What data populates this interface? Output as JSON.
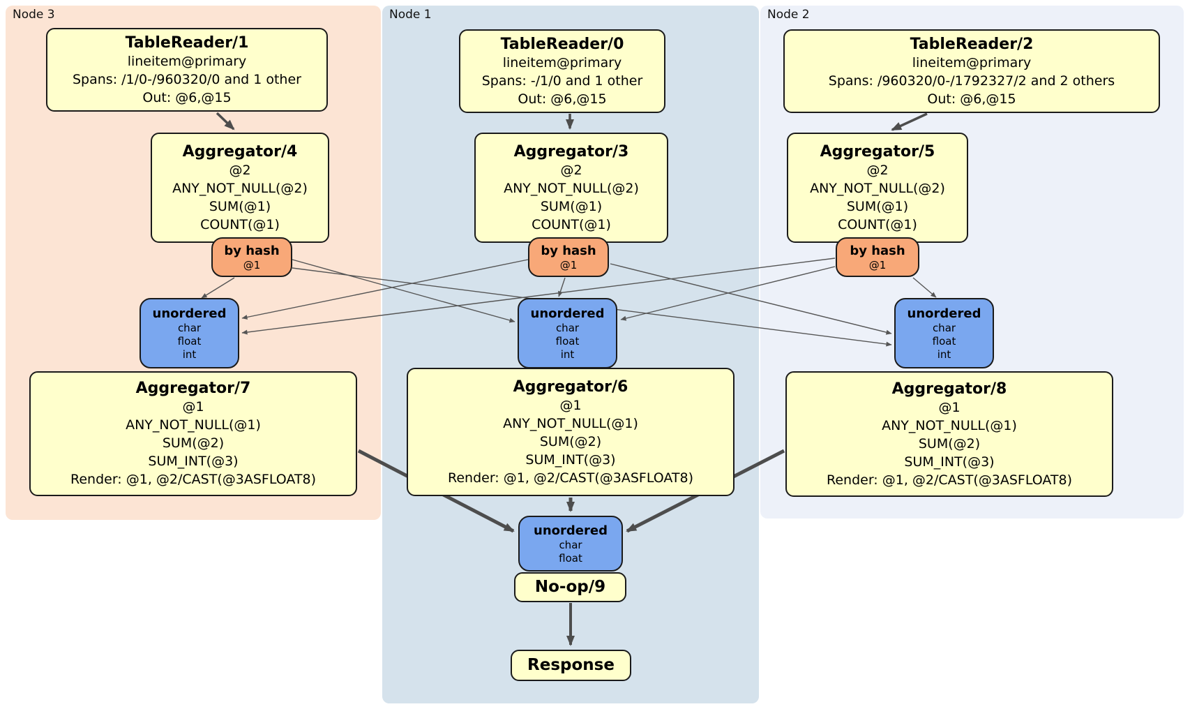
{
  "node_groups": [
    {
      "label": "Node 3"
    },
    {
      "label": "Node 1"
    },
    {
      "label": "Node 2"
    }
  ],
  "boxes": {
    "tr1": {
      "title": "TableReader/1",
      "l1": "lineitem@primary",
      "l2": "Spans: /1/0-/960320/0 and 1 other",
      "l3": "Out: @6,@15"
    },
    "tr0": {
      "title": "TableReader/0",
      "l1": "lineitem@primary",
      "l2": "Spans: -/1/0 and 1 other",
      "l3": "Out: @6,@15"
    },
    "tr2": {
      "title": "TableReader/2",
      "l1": "lineitem@primary",
      "l2": "Spans: /960320/0-/1792327/2 and 2 others",
      "l3": "Out: @6,@15"
    },
    "agg4": {
      "title": "Aggregator/4",
      "l1": "@2",
      "l2": "ANY_NOT_NULL(@2)",
      "l3": "SUM(@1)",
      "l4": "COUNT(@1)"
    },
    "agg3": {
      "title": "Aggregator/3",
      "l1": "@2",
      "l2": "ANY_NOT_NULL(@2)",
      "l3": "SUM(@1)",
      "l4": "COUNT(@1)"
    },
    "agg5": {
      "title": "Aggregator/5",
      "l1": "@2",
      "l2": "ANY_NOT_NULL(@2)",
      "l3": "SUM(@1)",
      "l4": "COUNT(@1)"
    },
    "hash3": {
      "title": "by hash",
      "l1": "@1"
    },
    "hash1": {
      "title": "by hash",
      "l1": "@1"
    },
    "hash2": {
      "title": "by hash",
      "l1": "@1"
    },
    "uno3": {
      "title": "unordered",
      "l1": "char",
      "l2": "float",
      "l3": "int"
    },
    "uno1": {
      "title": "unordered",
      "l1": "char",
      "l2": "float",
      "l3": "int"
    },
    "uno2": {
      "title": "unordered",
      "l1": "char",
      "l2": "float",
      "l3": "int"
    },
    "agg7": {
      "title": "Aggregator/7",
      "l1": "@1",
      "l2": "ANY_NOT_NULL(@1)",
      "l3": "SUM(@2)",
      "l4": "SUM_INT(@3)",
      "l5": "Render: @1, @2/CAST(@3ASFLOAT8)"
    },
    "agg6": {
      "title": "Aggregator/6",
      "l1": "@1",
      "l2": "ANY_NOT_NULL(@1)",
      "l3": "SUM(@2)",
      "l4": "SUM_INT(@3)",
      "l5": "Render: @1, @2/CAST(@3ASFLOAT8)"
    },
    "agg8": {
      "title": "Aggregator/8",
      "l1": "@1",
      "l2": "ANY_NOT_NULL(@1)",
      "l3": "SUM(@2)",
      "l4": "SUM_INT(@3)",
      "l5": "Render: @1, @2/CAST(@3ASFLOAT8)"
    },
    "unoF": {
      "title": "unordered",
      "l1": "char",
      "l2": "float"
    },
    "noop": {
      "title": "No-op/9"
    },
    "resp": {
      "title": "Response"
    }
  },
  "colors": {
    "node3_bg": "#fce4d4",
    "node1_bg": "#d5e2ec",
    "node2_bg": "#edf1f9",
    "processor_bg": "#ffffcc",
    "router_bg": "#f8a878",
    "sync_bg": "#7aa7ef",
    "edge": "#4d4d4d"
  }
}
